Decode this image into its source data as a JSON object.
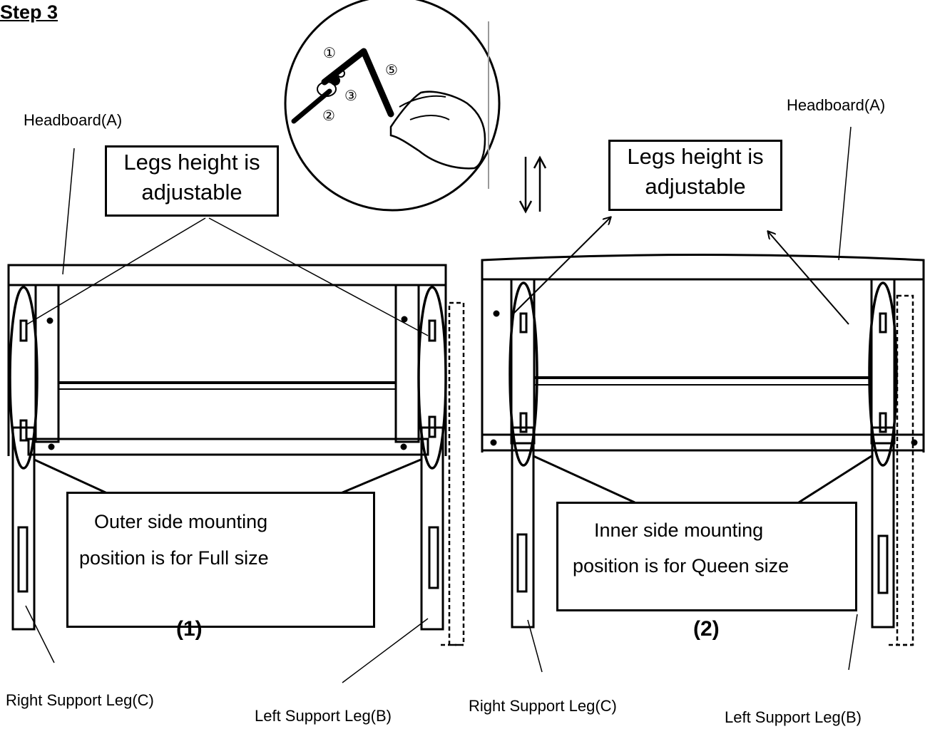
{
  "step_title": "Step 3",
  "left_figure": {
    "headboard_label": "Headboard(A)",
    "callout_line1": "Legs height is",
    "callout_line2": "adjustable",
    "mount_line1": "Outer side mounting",
    "mount_line2": "position is for Full size",
    "figure_label": "(1)",
    "right_leg_label": "Right Support Leg(C)",
    "left_leg_label": "Left Support Leg(B)"
  },
  "right_figure": {
    "headboard_label": "Headboard(A)",
    "callout_line1": "Legs height is",
    "callout_line2": "adjustable",
    "mount_line1": "Inner side mounting",
    "mount_line2": "position is for Queen size",
    "figure_label": "(2)",
    "right_leg_label": "Right Support Leg(C)",
    "left_leg_label": "Left Support Leg(B)"
  },
  "detail_inset": {
    "markers": [
      "①",
      "②",
      "③",
      "⑤"
    ]
  }
}
